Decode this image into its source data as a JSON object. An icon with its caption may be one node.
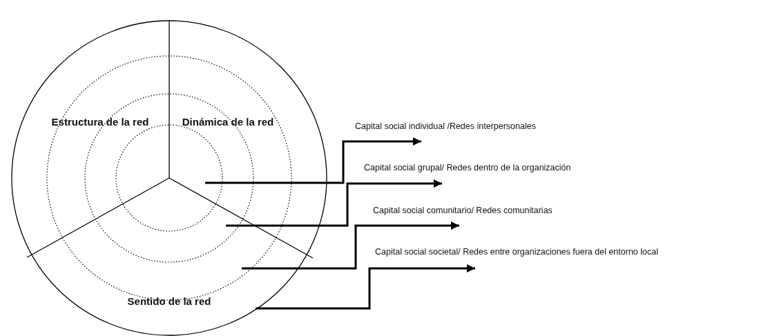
{
  "diagram": {
    "nodes": [
      {
        "text": [
          "Capital social individual /Redes interpersonales"
        ]
      },
      {
        "text": [
          "Capital social grupal/ Redes dentro de la organización"
        ]
      },
      {
        "text": [
          "Capital social comunitario/ Redes comunitarias"
        ]
      },
      {
        "text": [
          "Capital social societal/ Redes entre organizaciones fuera del entorno local"
        ]
      }
    ],
    "edges": [
      {
        "from": null,
        "to": 0,
        "arrow": "to"
      },
      {
        "from": null,
        "to": 1,
        "arrow": "to"
      },
      {
        "from": null,
        "to": 2,
        "arrow": "to"
      },
      {
        "from": null,
        "to": 3,
        "arrow": "to"
      }
    ],
    "labels": [
      "Estructura de la red",
      "Dinámica de la red",
      "Sentido de la red"
    ]
  }
}
